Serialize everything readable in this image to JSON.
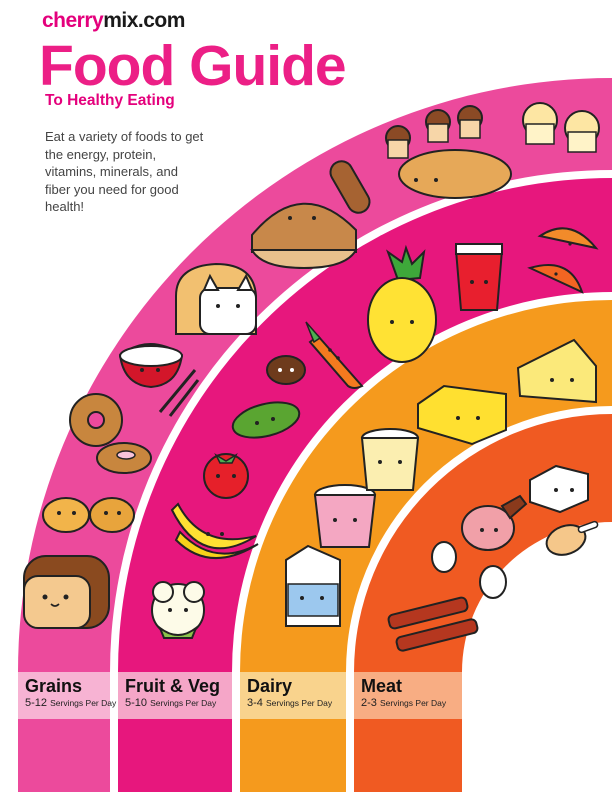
{
  "header": {
    "brand_part1": "cherry",
    "brand_part2": "mix.com",
    "title": "Food Guide",
    "subtitle": "To Healthy Eating",
    "intro": "Eat a variety of foods to get the energy, protein, vitamins, minerals, and fiber you need for good health!"
  },
  "groups": [
    {
      "name": "Grains",
      "servings": "5-12",
      "unit": "Servings Per Day",
      "color": "#ec4a9c",
      "label_color": "#f7b3d3"
    },
    {
      "name": "Fruit & Veg",
      "servings": "5-10",
      "unit": "Servings Per Day",
      "color": "#e7177d",
      "label_color": "#f5a6c8"
    },
    {
      "name": "Dairy",
      "servings": "3-4",
      "unit": "Servings Per Day",
      "color": "#f59a1d",
      "label_color": "#f9d38d"
    },
    {
      "name": "Meat",
      "servings": "2-3",
      "unit": "Servings Per Day",
      "color": "#f05a22",
      "label_color": "#f8ad83"
    }
  ],
  "foods": {
    "grains": [
      "bread-slice",
      "dinner-rolls",
      "bagel",
      "rice-bowl",
      "bread-loaf-cat",
      "pita",
      "baguette",
      "muffin"
    ],
    "fruit_veg": [
      "cauliflower",
      "banana",
      "tomato",
      "cucumber",
      "mushroom",
      "carrot",
      "pineapple",
      "juice-glass",
      "melon-slice"
    ],
    "dairy": [
      "milk-carton",
      "yogurt-cup",
      "yogurt-cup-cream",
      "butter-block",
      "cheese-wedge"
    ],
    "meat": [
      "bacon",
      "egg",
      "ham",
      "tofu-cube",
      "chicken-drumstick"
    ]
  }
}
